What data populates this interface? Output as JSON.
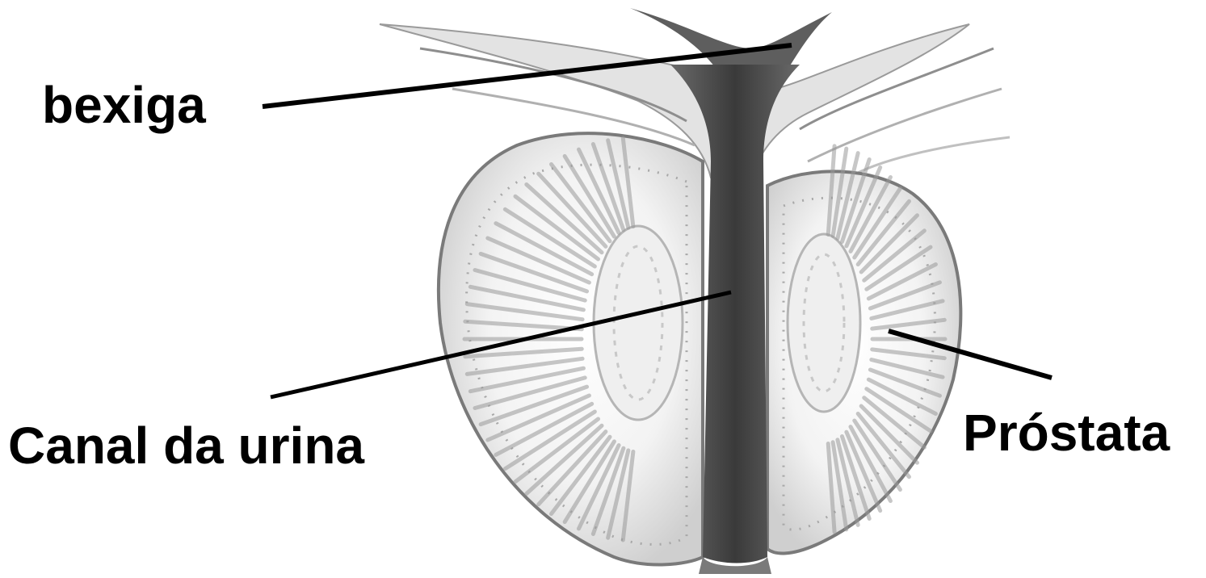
{
  "labels": {
    "bladder": "bexiga",
    "urethra": "Canal da urina",
    "prostate": "Próstata"
  },
  "colors": {
    "background": "#ffffff",
    "ink": "#000000",
    "shading_dark": "#4a4a4a",
    "shading_mid": "#9a9a9a",
    "shading_light": "#d6d6d6"
  }
}
